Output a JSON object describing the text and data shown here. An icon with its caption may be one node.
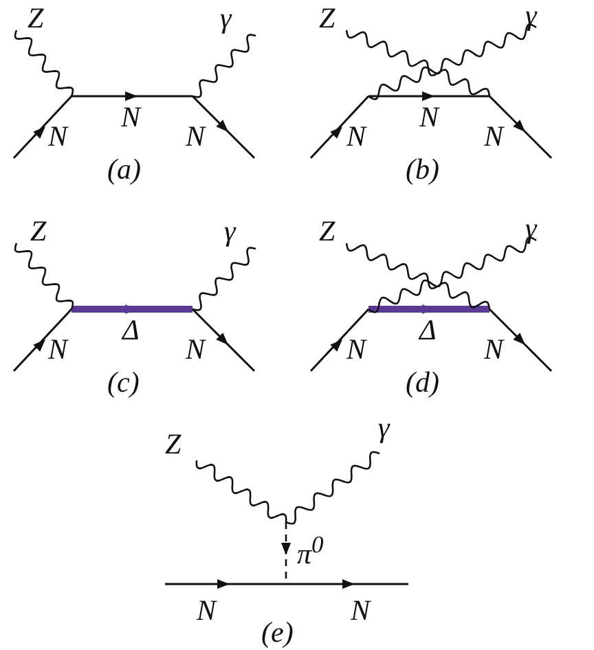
{
  "diagram": {
    "labels": [
      "Z",
      "γ",
      "N",
      "N",
      "N",
      "(a)",
      "Z",
      "γ",
      "N",
      "N",
      "N",
      "(b)",
      "Z",
      "γ",
      "N",
      "Δ",
      "N",
      "(c)",
      "Z",
      "γ",
      "N",
      "Δ",
      "N",
      "(d)",
      "Z",
      "γ",
      "π$^{0}$",
      "N",
      "N",
      "(e)"
    ]
  }
}
